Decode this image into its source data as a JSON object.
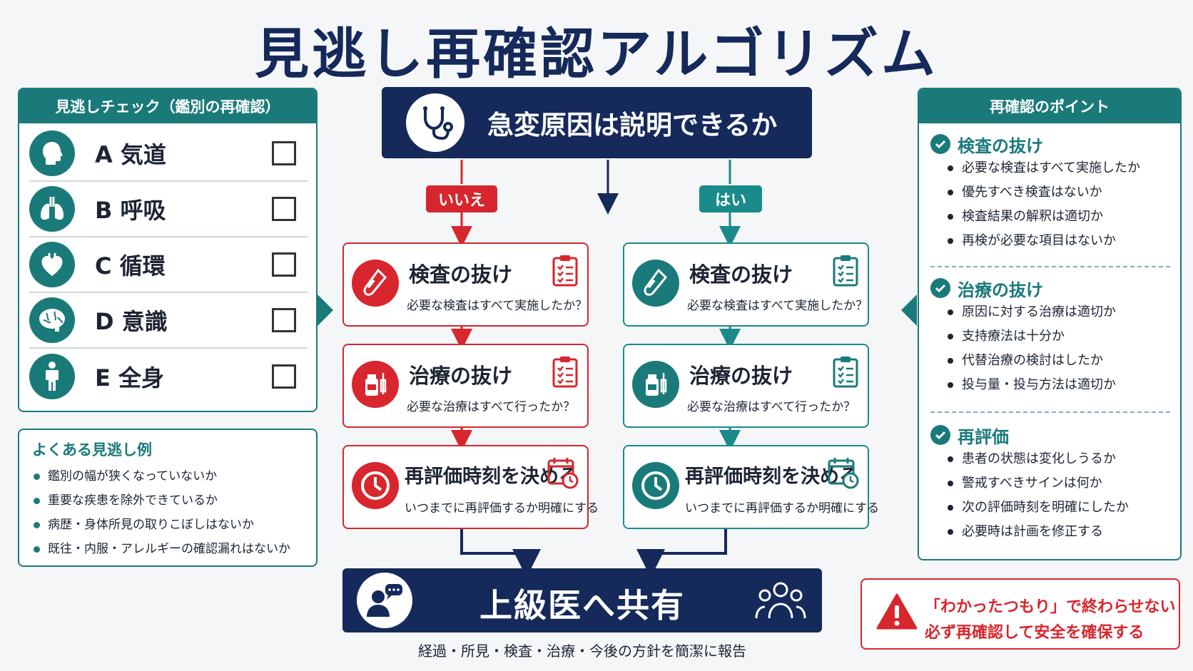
{
  "title": "見逃し再確認アルゴリズム",
  "left_panel": {
    "header": "見逃しチェック（鑑別の再確認）",
    "items": [
      {
        "label": "A 気道",
        "icon": "head-icon"
      },
      {
        "label": "B 呼吸",
        "icon": "lungs-icon"
      },
      {
        "label": "C 循環",
        "icon": "heart-icon"
      },
      {
        "label": "D 意識",
        "icon": "brain-icon"
      },
      {
        "label": "E 全身",
        "icon": "body-icon"
      }
    ]
  },
  "examples": {
    "title": "よくある見逃し例",
    "items": [
      "鑑別の幅が狭くなっていないか",
      "重要な疾患を除外できているか",
      "病歴・身体所見の取りこぼしはないか",
      "既往・内服・アレルギーの確認漏れはないか"
    ]
  },
  "question": {
    "text": "急変原因は説明できるか",
    "icon": "stethoscope-icon"
  },
  "branches": {
    "no": "いいえ",
    "yes": "はい"
  },
  "steps": [
    {
      "title": "検査の抜け",
      "sub": "必要な検査はすべて実施したか？",
      "icon": "test-tube-icon"
    },
    {
      "title": "治療の抜け",
      "sub": "必要な治療はすべて行ったか？",
      "icon": "medicine-icon"
    },
    {
      "title": "再評価時刻を決める",
      "sub": "いつまでに再評価するか明確にする",
      "icon": "clock-icon"
    }
  ],
  "share": {
    "text": "上級医へ共有",
    "sub": "経過・所見・検査・治療・今後の方針を簡潔に報告"
  },
  "right_panel": {
    "header": "再確認のポイント",
    "sections": [
      {
        "title": "検査の抜け",
        "items": [
          "必要な検査はすべて実施したか",
          "優先すべき検査はないか",
          "検査結果の解釈は適切か",
          "再検が必要な項目はないか"
        ]
      },
      {
        "title": "治療の抜け",
        "items": [
          "原因に対する治療は適切か",
          "支持療法は十分か",
          "代替治療の検討はしたか",
          "投与量・投与方法は適切か"
        ]
      },
      {
        "title": "再評価",
        "items": [
          "患者の状態は変化しうるか",
          "警戒すべきサインは何か",
          "次の評価時刻を明確にしたか",
          "必要時は計画を修正する"
        ]
      }
    ]
  },
  "warning": {
    "line1": "「わかったつもり」で終わらせない",
    "line2": "必ず再確認して安全を確保する"
  },
  "colors": {
    "navy": "#15295a",
    "teal": "#1a7a7a",
    "red": "#d7262d"
  }
}
